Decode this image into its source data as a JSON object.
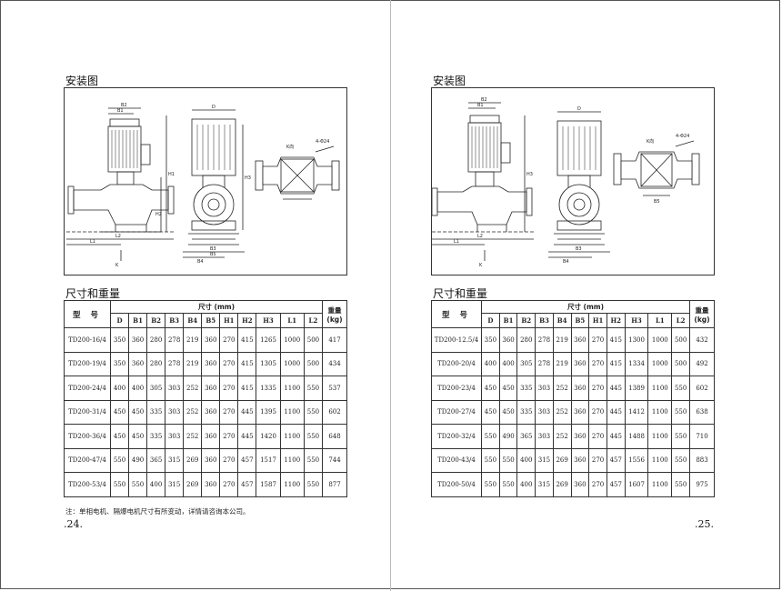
{
  "left_page": {
    "section_install": "安装图",
    "section_dims": "尺寸和重量",
    "header": {
      "model": "型 号",
      "dims": "尺寸 (mm)",
      "weight": "重量\n(kg)"
    },
    "columns": [
      "D",
      "B1",
      "B2",
      "B3",
      "B4",
      "B5",
      "H1",
      "H2",
      "H3",
      "L1",
      "L2"
    ],
    "rows": [
      {
        "model": "TD200-16/4",
        "vals": [
          "350",
          "360",
          "280",
          "278",
          "219",
          "360",
          "270",
          "415",
          "1265",
          "1000",
          "500"
        ],
        "weight": "417"
      },
      {
        "model": "TD200-19/4",
        "vals": [
          "350",
          "360",
          "280",
          "278",
          "219",
          "360",
          "270",
          "415",
          "1305",
          "1000",
          "500"
        ],
        "weight": "434"
      },
      {
        "model": "TD200-24/4",
        "vals": [
          "400",
          "400",
          "305",
          "303",
          "252",
          "360",
          "270",
          "415",
          "1335",
          "1100",
          "550"
        ],
        "weight": "537"
      },
      {
        "model": "TD200-31/4",
        "vals": [
          "450",
          "450",
          "335",
          "303",
          "252",
          "360",
          "270",
          "445",
          "1395",
          "1100",
          "550"
        ],
        "weight": "602"
      },
      {
        "model": "TD200-36/4",
        "vals": [
          "450",
          "450",
          "335",
          "303",
          "252",
          "360",
          "270",
          "445",
          "1420",
          "1100",
          "550"
        ],
        "weight": "648"
      },
      {
        "model": "TD200-47/4",
        "vals": [
          "550",
          "490",
          "365",
          "315",
          "269",
          "360",
          "270",
          "457",
          "1517",
          "1100",
          "550"
        ],
        "weight": "744"
      },
      {
        "model": "TD200-53/4",
        "vals": [
          "550",
          "550",
          "400",
          "315",
          "269",
          "360",
          "270",
          "457",
          "1587",
          "1100",
          "550"
        ],
        "weight": "877"
      }
    ],
    "note": "注：单相电机、隔爆电机尺寸有所变动，详情请咨询本公司。",
    "page_number": ".24."
  },
  "right_page": {
    "section_install": "安装图",
    "section_dims": "尺寸和重量",
    "header": {
      "model": "型 号",
      "dims": "尺寸 (mm)",
      "weight": "重量\n(kg)"
    },
    "columns": [
      "D",
      "B1",
      "B2",
      "B3",
      "B4",
      "B5",
      "H1",
      "H2",
      "H3",
      "L1",
      "L2"
    ],
    "rows": [
      {
        "model": "TD200-12.5/4",
        "vals": [
          "350",
          "360",
          "280",
          "278",
          "219",
          "360",
          "270",
          "415",
          "1300",
          "1000",
          "500"
        ],
        "weight": "432"
      },
      {
        "model": "TD200-20/4",
        "vals": [
          "400",
          "400",
          "305",
          "278",
          "219",
          "360",
          "270",
          "415",
          "1334",
          "1000",
          "500"
        ],
        "weight": "492"
      },
      {
        "model": "TD200-23/4",
        "vals": [
          "450",
          "450",
          "335",
          "303",
          "252",
          "360",
          "270",
          "445",
          "1389",
          "1100",
          "550"
        ],
        "weight": "602"
      },
      {
        "model": "TD200-27/4",
        "vals": [
          "450",
          "450",
          "335",
          "303",
          "252",
          "360",
          "270",
          "445",
          "1412",
          "1100",
          "550"
        ],
        "weight": "638"
      },
      {
        "model": "TD200-32/4",
        "vals": [
          "550",
          "490",
          "365",
          "303",
          "252",
          "360",
          "270",
          "445",
          "1488",
          "1100",
          "550"
        ],
        "weight": "710"
      },
      {
        "model": "TD200-43/4",
        "vals": [
          "550",
          "550",
          "400",
          "315",
          "269",
          "360",
          "270",
          "457",
          "1556",
          "1100",
          "550"
        ],
        "weight": "883"
      },
      {
        "model": "TD200-50/4",
        "vals": [
          "550",
          "550",
          "400",
          "315",
          "269",
          "360",
          "270",
          "457",
          "1607",
          "1100",
          "550"
        ],
        "weight": "975"
      }
    ],
    "page_number": ".25."
  },
  "drawing_labels": {
    "k_section": "K向",
    "bolt_holes": "4-Φ24",
    "dim_D": "D",
    "dim_B1": "B1",
    "dim_B2": "B2",
    "dim_B3": "B3",
    "dim_B4": "B4",
    "dim_B5": "B5",
    "dim_H1": "H1",
    "dim_H2": "H2",
    "dim_H3": "H3",
    "dim_L1": "L1",
    "dim_L2": "L2",
    "dim_K": "K"
  }
}
